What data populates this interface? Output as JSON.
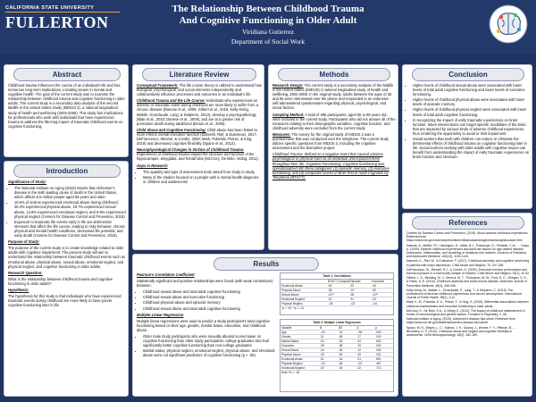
{
  "header": {
    "university": "CALIFORNIA STATE UNIVERSITY",
    "school": "FULLERTON",
    "title_line1": "The Relationship Between Childhood Trauma",
    "title_line2": "And Cognitive Functioning in Older Adult",
    "author": "Viridiana Gutierrez",
    "department": "Department of Social Work"
  },
  "abstract": {
    "heading": "Abstract",
    "body": "Childhood trauma influences the course of an individual's life and has numerous long-term implications, including issues in mental and cognitive health. The goal of the current study was to examine the relationship between childhood trauma and cognitive functioning in older adults. The current study is a secondary data analysis of the second Midlife in the United States Study (MIDUS 2), a national longitudinal study of health and well-being (2004-2006). This study has implications for professionals who work with individuals that have experienced trauma to address the life-long impact of traumatic childhood events on cognitive functioning."
  },
  "introduction": {
    "heading": "Introduction",
    "sig_label": "Significance of Study:",
    "bullets": [
      "The National Institute on Aging (2019) reports that Alzheimer's disease is the sixth leading cause of death in the United States, which affects 5.5 million people aged 65 years and older.",
      "10.6% of victims experienced emotional abuse during childhood, 28.3% experienced physical abuse, 20.7% experienced sexual abuse, 14.8% experienced emotional neglect, and 9.9% experienced physical neglect (Centers for Disease Control and Prevention, 2019).",
      "Exposure to traumatic life events early in life are detrimental stressors that affect the life course, leading to risky behavior, chronic physical and mental health conditions, decreased life potential, and early death (Centers for Disease Control and Prevention, 2019)."
    ],
    "purpose_label": "Purpose of Study:",
    "purpose": "The purpose of the current study is to create knowledge related to older adults with cognitive impairment. The present study will aim to understand the relationship between traumatic childhood events such as emotional abuse, physical abuse, sexual abuse, emotional neglect, and physical neglect, and cognitive functioning in older adults.",
    "rq_label": "Research Question:",
    "rq": "What is the relationship between childhood trauma and cognitive functioning in older adults?",
    "hyp_label": "Hypothesis:",
    "hyp": "The hypothesis for this study is that individuals who have experienced traumatic events during childhood are more likely to have poorer cognitive functioning later in life."
  },
  "literature": {
    "heading": "Literature Review",
    "p1_label": "Conceptual Framework:",
    "p1": "The life course theory is utilized to understand how biological, psychological, and social elements independently and collaboratively influence processes and outcomes in an individual's life.",
    "p2_label": "Childhood Trauma and the Life Course:",
    "p2": "Individuals who experienced an adverse or traumatic event during childhood are more likely to suffer from a chronic disease (Danese et al., 2009; Gilbert et al., 2015; Kelly-Irving, Mabile, Grosclaude, Lang, & Delpierre, 2013), develop a psychopathology (Blair et al., 2010; Danese et al., 2009), and are at a greater risk of premature death during adulthood (Brown et al., 2009).",
    "p3_label": "Child Abuse and Cognitive Functioning:",
    "p3": "Child abuse has been linked to more inferior overall executive function (Dannehl, Rief, & Euteneuer, 2017; DeFrancesco, Wenzel, & Combs, 2009; Mark, Polanski, Petrac, & King, 2019) and decreased cognitive flexibility (Spann et al., 2012).",
    "p4_label": "Neurophysiological Changes in Victims of Childhood Trauma:",
    "p4": "Experiences of childhood trauma impact the structure and function of the hippocampus, amygdala, and frontal lobe (McCrory, De Brito, Viding, 2011).",
    "p5_label": "Gaps in Research",
    "p5_items": [
      "The quantity and type of assessment tools varied from study to study.",
      "Many of the studies focused on a people with a mental health diagnosis or children and adolescents"
    ]
  },
  "methods": {
    "heading": "Methods",
    "p1_label": "Research Design:",
    "p1": "The current study is a secondary analysis of the Midlife in the United States (MIDUS) 2 national longitudinal study of health and wellbeing, 2004-2006. In the original study, adults between the ages of 35 and 86 were interviewed over the phone and responded to an extensive self-administered questionnaire regarding physical, psychological, and social factors.",
    "p2_label": "Sampling Method:",
    "p2": "A total of 496 participants, aged 55 to 88 years old, were included in the current study. Participants who did not answer all of the measures relating to their demographic variables, cognitive function, and childhood adversity were excluded from the current study.",
    "p3_label": "Measures:",
    "p3": "The survey for the original study of MIDUS 2 was a questionnaire that was conducted over the telephone. The current study utilizes specific questions from MIDUS 2, including the cognitive assessment and the biomarker project.",
    "p4": "Childhood Trauma: defined as a negative event that caused adverse psychological or physical harm to an individual and impacted them throughout their life. Cognitive Functioning: Cognitive functioning was operationalized into three categories: (1) episodic memory, (2) executive functioning, and (3) composite scores of Brief Test of Adult Cognition by Telephone (BTACT)."
  },
  "results": {
    "heading": "Results",
    "pearson_label": "Pearson's Correlation Coefficient",
    "pearson_intro": "Statistically significant and positive relationships were found (with weak correlations) between:",
    "pearson_items": [
      "Childhood sexual abuse and total adult cognitive functioning",
      "Childhood sexual abuse and executive functioning",
      "Childhood physical abuse and episodic memory",
      "Childhood sexual abuse and total adult cognitive functioning"
    ],
    "mlr_label": "Multiple Linear Regression",
    "mlr_intro": "Multiple linear regressions were used to predict a study participant's total cognitive functioning based on their age, gender, marital status, education, and childhood abuse.",
    "mlr_items": [
      "Older male study participants who were sexually abused scored lower on cognitive functioning than other study participants; college graduates also had significantly better cognitive functioning than non-college graduates",
      "Marital status, physical neglect, emotional neglect, physical abuse, and emotional abuse were not significant predictors of cognitive functioning (p > .05)."
    ],
    "table1": {
      "title": "Table 1: Correlations",
      "cols": [
        "",
        "BTACT Composite",
        "Episodic",
        "Executive"
      ],
      "rows": [
        [
          "Emotional Abuse",
          ".05",
          ".03",
          ".06"
        ],
        [
          "Physical Abuse",
          ".08",
          ".11*",
          ".06"
        ],
        [
          "Sexual Abuse",
          ".12**",
          ".08",
          ".12**"
        ],
        [
          "Emotional Neglect",
          ".02",
          ".01",
          ".03"
        ],
        [
          "Physical Neglect",
          "-.04",
          "-.03",
          "-.04"
        ]
      ],
      "note": "*p < .05. **p < .01."
    },
    "table2": {
      "title": "Table 2: Multiple Linear Regression",
      "cols": [
        "Variable",
        "B",
        "SE",
        "β",
        "p"
      ],
      "rows": [
        [
          "Age",
          "-.03",
          ".01",
          "-.28",
          ".000"
        ],
        [
          "Gender",
          ".31",
          ".08",
          ".17",
          ".000"
        ],
        [
          "Marital Status",
          ".04",
          ".09",
          ".02",
          ".652"
        ],
        [
          "Education",
          ".35",
          ".08",
          ".19",
          ".000"
        ],
        [
          "Sexual Abuse",
          ".16",
          ".06",
          ".12",
          ".006"
        ],
        [
          "Physical Abuse",
          ".05",
          ".05",
          ".05",
          ".331"
        ],
        [
          "Emotional Abuse",
          ".01",
          ".04",
          ".01",
          ".891"
        ],
        [
          "Physical Neglect",
          "-.04",
          ".06",
          "-.03",
          ".487"
        ],
        [
          "Emotional Neglect",
          ".02",
          ".04",
          ".02",
          ".713"
        ]
      ],
      "note": "Note. R² = .18"
    }
  },
  "conclusion": {
    "heading": "Conclusion",
    "items": [
      "Higher levels of childhood sexual abuse were associated with lower levels of total adult cognitive functioning and lower levels of executive functioning.",
      "Higher levels of childhood physical abuse were associated with lower levels of episodic memory.",
      "Higher levels of childhood physical neglect were associated with lower levels of total adult cognitive functioning.",
      "In recognizing the impact of early traumatic experiences on brain function, future interventions can target specific modalities of the brain that are impacted by various kinds of adverse childhood experiences, thus rendering the opportunity to avoid or limit impairment.",
      "Social workers that work with children can reduce or eliminate the detrimental effects of childhood trauma on cognitive functioning later in life. Social workers working with older adults with cognitive issues can benefit from understanding the impact of early traumatic experiences on brain function and structure."
    ]
  },
  "references": {
    "heading": "References",
    "items": [
      "Centers for Disease Control and Prevention. (2019). About adverse childhood experiences. Retrieved from https://www.cdc.gov/violenceprevention/childabuseandneglect/acestudy/aboutace.html",
      "Danese, A., Moffitt, T.E., Harrington, H., Milne, B.J., Polanczyk, G., Pariante, C.M., ... Caspi, A. (2009). Adverse childhood experiences and adult risk factors for age-related disease: Depression, inflammation, and clustering of metabolic risk markers. Archives of Pediatrics and Adolescent Medicine, 163(12), 1135-1143.",
      "Dannehl, K., Rief, W., & Euteneuer, F. (2017). Childhood adversity and cognitive functioning in patients with major depression. Child Abuse and Neglect, 70, 247-254.",
      "DeFrancesco, M., Wenzel, R.J., & Combs, D. (2009). Executive function performance and trauma exposure in a community sample of children. Child Abuse and Neglect, 33(1), 42-52.",
      "Gilbert, L. K., Breiding, M. J., Merrick, M. T., Thompson, W. W., Ford, D. C., Dhingra, S. S., & Parks, S. E. (2015). Childhood adversity and adult chronic disease. American Journal of Preventive Medicine, 48(3), 345-349.",
      "Kelly-Irving, M., Mabile, L., Grosclaude, P., Lang, T., & Delpierre, C. (2013). The embodiment of adverse childhood experiences and cancer development. International Journal of Public Health, 58(1), 3-11.",
      "Mark, K. M., Polanski, D. A., Petrac, T., & King, S. (2019). Differential associations between childhood maltreatment and executive functioning in older adults.",
      "McCrory, E., De Brito, S.A., & Viding, E. (2011). The impact of childhood maltreatment: A review of neurobiological and genetic factors. Frontiers in Psychiatry, 2, 48.",
      "National Institute of Aging. (2019). Alzheimer's disease fact sheet. Retrieved from https://www.nia.nih.gov/health/alzheimers-disease-fact-sheet",
      "Spann, M. N., Mayes, L. C., Kalmar, J. H., Guiney, J., Womer, F. Y., Pittman, B., ... Blumberg, H. P. (2012). Childhood abuse and neglect and cognitive flexibility in adolescents. Child Neuropsychology, 18(2), 182-189."
    ]
  },
  "colors": {
    "background": "#1f3460",
    "header": "#23396a",
    "accent": "#f2a33a"
  }
}
